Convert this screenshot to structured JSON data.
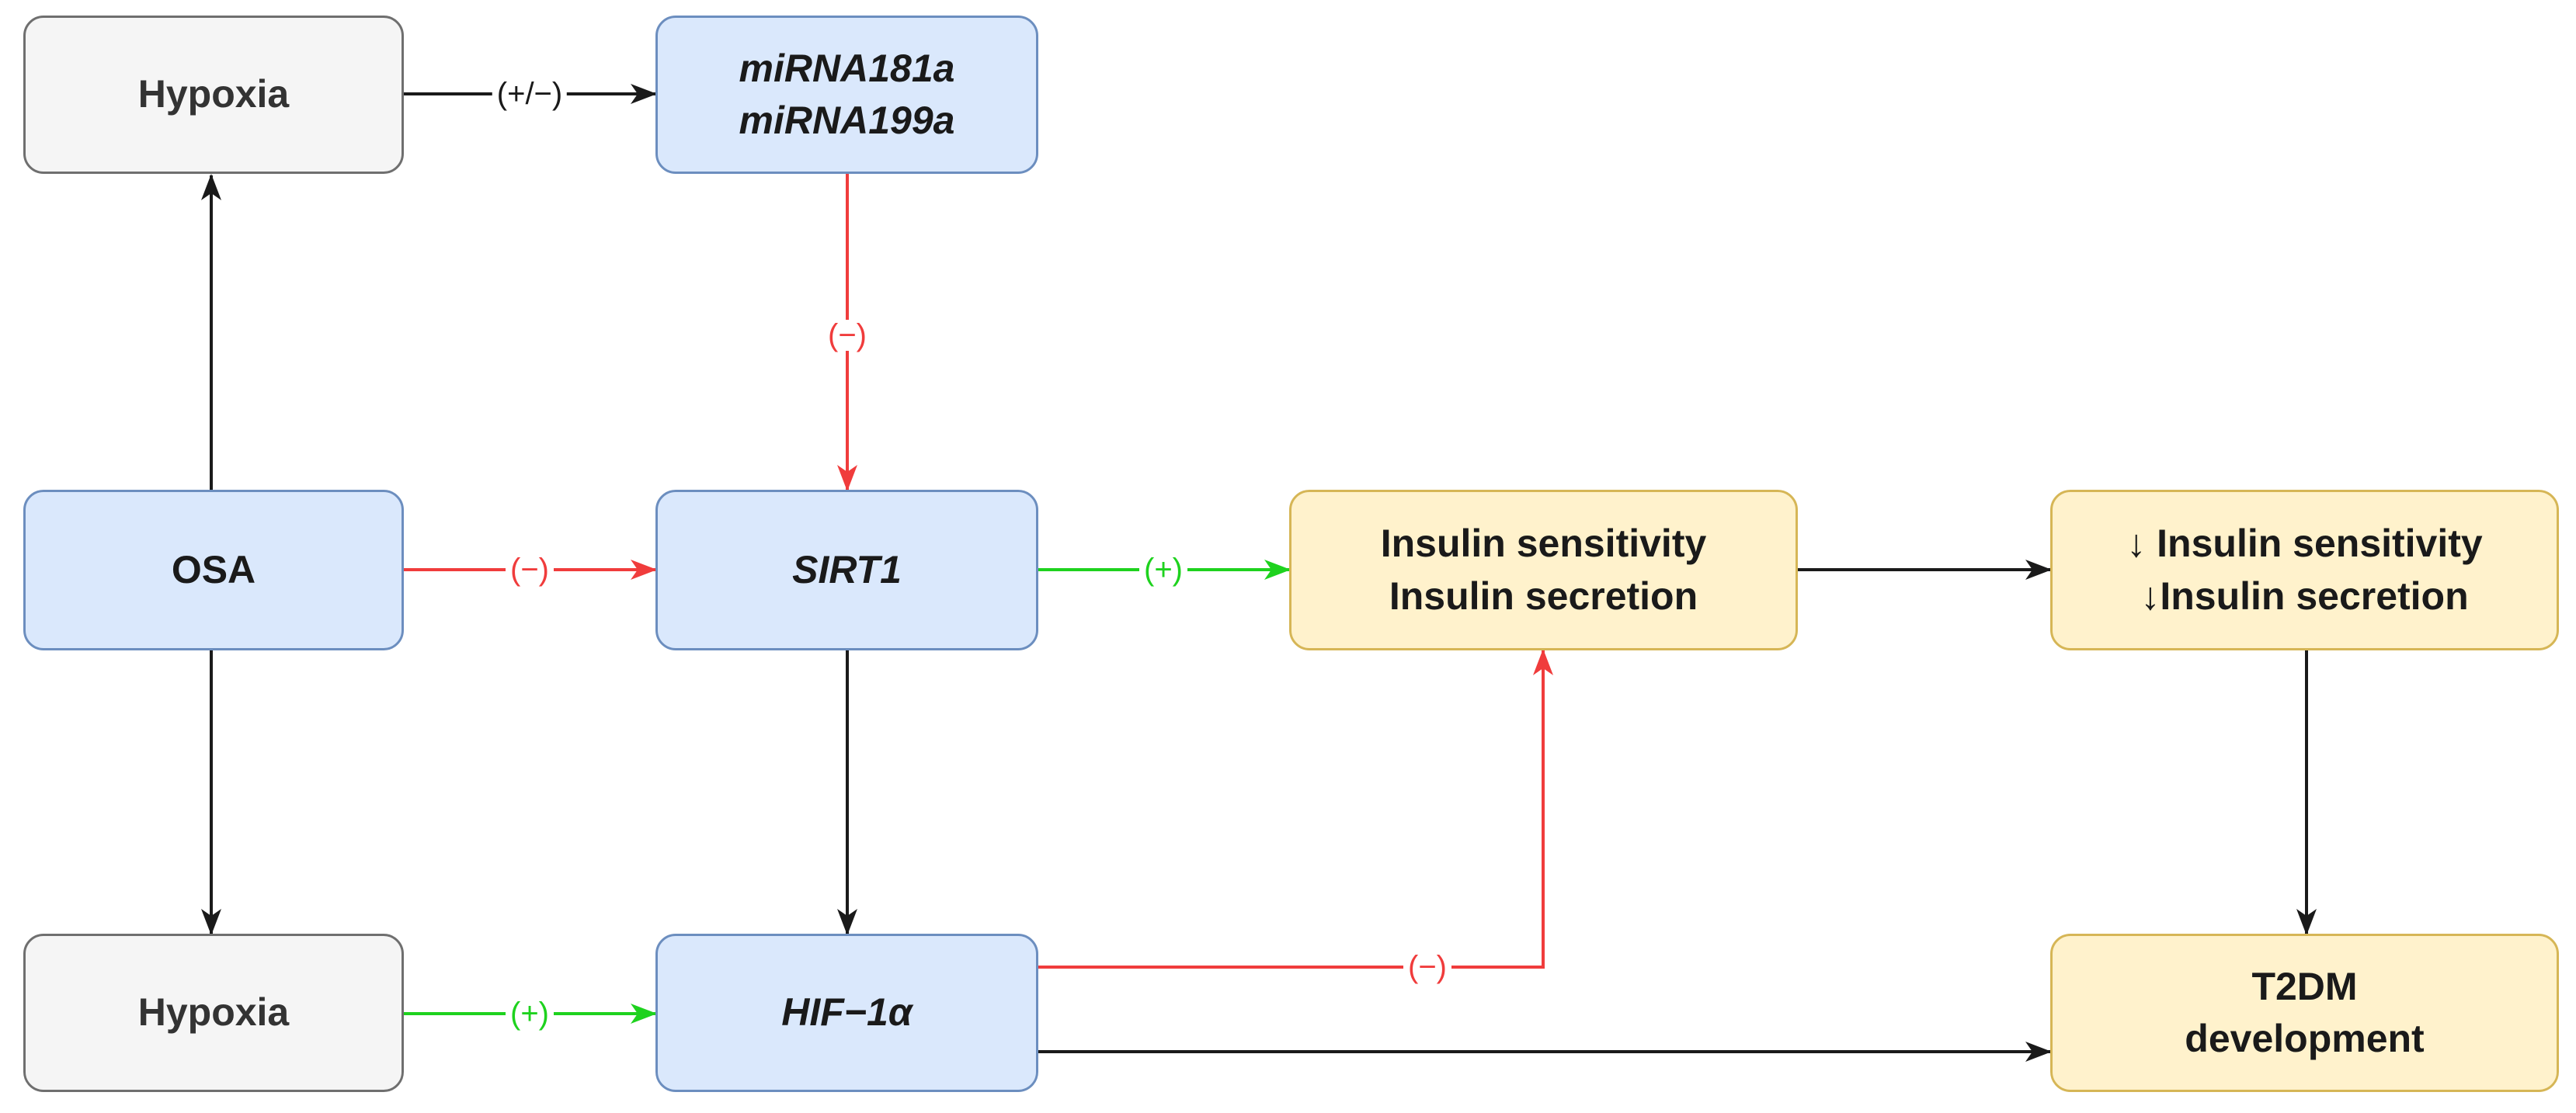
{
  "nodes": {
    "hypoxia_top": {
      "lines": [
        "Hypoxia"
      ]
    },
    "mirna": {
      "lines": [
        "miRNA181a",
        "miRNA199a"
      ]
    },
    "osa": {
      "lines": [
        "OSA"
      ]
    },
    "sirt1": {
      "lines": [
        "SIRT1"
      ]
    },
    "insulin": {
      "lines": [
        "Insulin sensitivity",
        "Insulin secretion"
      ]
    },
    "insulin_decreased": {
      "lines": [
        "↓ Insulin sensitivity",
        "↓Insulin secretion"
      ]
    },
    "hypoxia_bottom": {
      "lines": [
        "Hypoxia"
      ]
    },
    "hif1a": {
      "lines": [
        "HIF−1α"
      ]
    },
    "t2dm": {
      "lines": [
        "T2DM",
        "development"
      ]
    }
  },
  "edges": {
    "hypoxia_to_mirna": {
      "label": "(+/−)",
      "color": "#1a1a1a"
    },
    "mirna_to_sirt1": {
      "label": "(−)",
      "color": "#f03c3c"
    },
    "osa_to_sirt1": {
      "label": "(−)",
      "color": "#f03c3c"
    },
    "sirt1_to_insulin": {
      "label": "(+)",
      "color": "#1ed21e"
    },
    "hypoxia_to_hif1a": {
      "label": "(+)",
      "color": "#1ed21e"
    },
    "hif1a_to_insulin": {
      "label": "(−)",
      "color": "#f03c3c"
    },
    "osa_to_hypoxia_top": {
      "color": "#1a1a1a"
    },
    "osa_to_hypoxia_bottom": {
      "color": "#1a1a1a"
    },
    "sirt1_to_hif1a": {
      "color": "#1a1a1a"
    },
    "insulin_to_decreased": {
      "color": "#1a1a1a"
    },
    "decreased_to_t2dm": {
      "color": "#1a1a1a"
    },
    "hif1a_to_t2dm": {
      "color": "#1a1a1a"
    }
  },
  "colors": {
    "gray_fill": "#f5f5f5",
    "blue_fill": "#dae8fc",
    "yellow_fill": "#fff2cc",
    "inhibit": "#f03c3c",
    "activate": "#1ed21e",
    "neutral": "#1a1a1a"
  }
}
